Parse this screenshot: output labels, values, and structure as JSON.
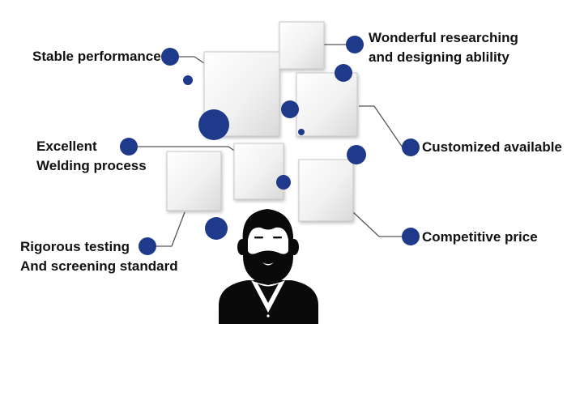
{
  "colors": {
    "dot": "#1f3a8a",
    "connector": "#555555",
    "card_edge": "#c8c8c8",
    "person": "#0a0a0a",
    "text": "#111111"
  },
  "labels": {
    "stable_performance": [
      "Stable performance"
    ],
    "research_design": [
      "Wonderful researching",
      "and designing ablility"
    ],
    "customized": [
      "Customized available"
    ],
    "welding": [
      "Excellent",
      "Welding process"
    ],
    "testing": [
      "Rigorous testing",
      "And screening standard"
    ],
    "price": [
      "Competitive price"
    ]
  },
  "icons": {
    "person": "bearded-man-icon"
  }
}
